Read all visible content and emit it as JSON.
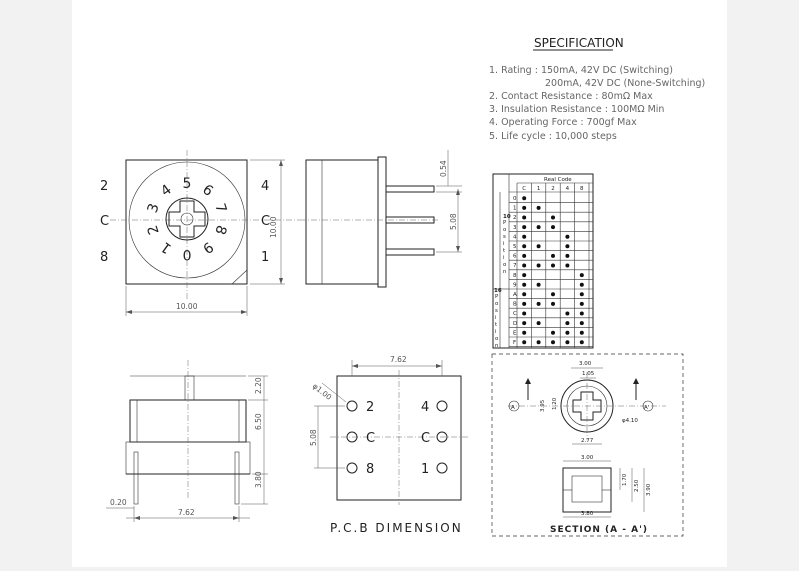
{
  "spec": {
    "title": "SPECIFICATION",
    "lines": [
      "1. Rating : 150mA, 42V DC (Switching)",
      "200mA, 42V DC (None-Switching)",
      "2. Contact Resistance : 80mΩ Max",
      "3. Insulation Resistance : 100MΩ Min",
      "4. Operating Force : 700gf Max",
      "5. Life cycle : 10,000 steps"
    ]
  },
  "front_view": {
    "dial_digits": [
      "5",
      "6",
      "7",
      "8",
      "9",
      "0",
      "1",
      "2",
      "3",
      "4"
    ],
    "left_pins": [
      "2",
      "C",
      "8"
    ],
    "right_pins": [
      "4",
      "C",
      "1"
    ],
    "width_dim": "10.00",
    "height_dim": "10.00"
  },
  "side_view": {
    "dim_pin": "0.54",
    "dim_pitch": "5.08"
  },
  "bottom_side_view": {
    "dim_top": "2.20",
    "dim_body": "6.50",
    "dim_pin_len": "3.80",
    "dim_pin_w": "0.20",
    "dim_width": "7.62"
  },
  "pcb": {
    "dim_h": "7.62",
    "dim_v": "5.08",
    "dim_hole": "φ1.00",
    "left_labels": [
      "2",
      "C",
      "8"
    ],
    "right_labels": [
      "4",
      "C",
      "1"
    ],
    "caption": "P.C.B DIMENSION"
  },
  "code_table": {
    "header": "Real Code",
    "columns": [
      "C",
      "1",
      "2",
      "4",
      "8"
    ],
    "position_label_10": "10",
    "position_label_16": "16",
    "position_word": "Position",
    "rows": [
      {
        "pos": "0",
        "dots": [
          1,
          0,
          0,
          0,
          0
        ]
      },
      {
        "pos": "1",
        "dots": [
          1,
          1,
          0,
          0,
          0
        ]
      },
      {
        "pos": "2",
        "dots": [
          1,
          0,
          1,
          0,
          0
        ]
      },
      {
        "pos": "3",
        "dots": [
          1,
          1,
          1,
          0,
          0
        ]
      },
      {
        "pos": "4",
        "dots": [
          1,
          0,
          0,
          1,
          0
        ]
      },
      {
        "pos": "5",
        "dots": [
          1,
          1,
          0,
          1,
          0
        ]
      },
      {
        "pos": "6",
        "dots": [
          1,
          0,
          1,
          1,
          0
        ]
      },
      {
        "pos": "7",
        "dots": [
          1,
          1,
          1,
          1,
          0
        ]
      },
      {
        "pos": "8",
        "dots": [
          1,
          0,
          0,
          0,
          1
        ]
      },
      {
        "pos": "9",
        "dots": [
          1,
          1,
          0,
          0,
          1
        ]
      },
      {
        "pos": "A",
        "dots": [
          1,
          0,
          1,
          0,
          1
        ]
      },
      {
        "pos": "B",
        "dots": [
          1,
          1,
          1,
          0,
          1
        ]
      },
      {
        "pos": "C",
        "dots": [
          1,
          0,
          0,
          1,
          1
        ]
      },
      {
        "pos": "D",
        "dots": [
          1,
          1,
          0,
          1,
          1
        ]
      },
      {
        "pos": "E",
        "dots": [
          1,
          0,
          1,
          1,
          1
        ]
      },
      {
        "pos": "F",
        "dots": [
          1,
          1,
          1,
          1,
          1
        ]
      }
    ]
  },
  "section": {
    "marker": "A",
    "marker_prime": "A'",
    "dim_top": "3.00",
    "dim_top2": "1.05",
    "dim_left1": "3.95",
    "dim_left2": "1.20",
    "dim_right": "φ4.10",
    "dim_bottom": "2.77",
    "dim_lower_top": "3.00",
    "dim_lower_r1": "1.70",
    "dim_lower_r2": "2.50",
    "dim_lower_r3": "3.90",
    "dim_lower_bottom": "3.80",
    "caption": "SECTION (A - A')"
  }
}
